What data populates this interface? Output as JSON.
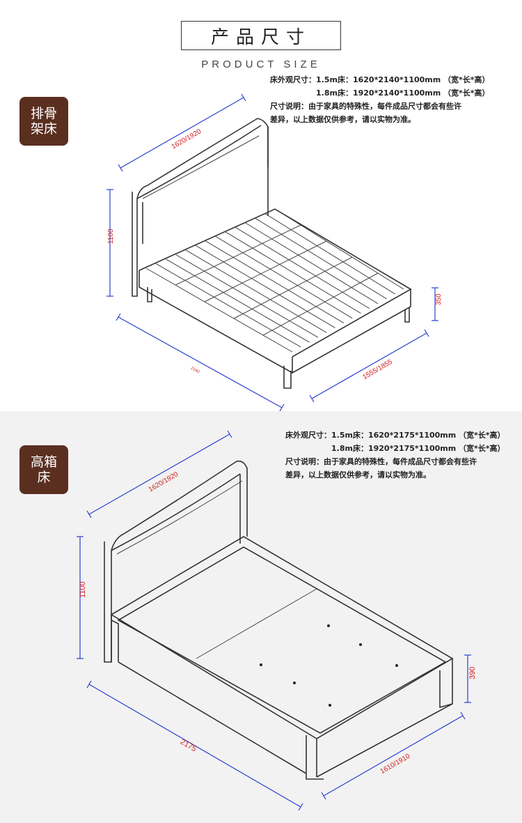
{
  "header": {
    "title": "产品尺寸",
    "subtitle": "PRODUCT SIZE"
  },
  "sections": [
    {
      "badge_line1": "排骨",
      "badge_line2": "架床",
      "spec_line1": "床外观尺寸：1.5m床：1620*2140*1100mm （宽*长*高）",
      "spec_line2": "1.8m床：1920*2140*1100mm （宽*长*高）",
      "spec_line3": "尺寸说明：由于家具的特殊性，每件成品尺寸都会有些许",
      "spec_line4": "差异，以上数据仅供参考，请以实物为准。",
      "dims": {
        "width": "1620/1920",
        "height": "1100",
        "length": "2140",
        "depth": "1555/1855",
        "frame_h": "350"
      }
    },
    {
      "badge_line1": "高箱",
      "badge_line2": "床",
      "spec_line1": "床外观尺寸：1.5m床：1620*2175*1100mm （宽*长*高）",
      "spec_line2": "1.8m床：1920*2175*1100mm （宽*长*高）",
      "spec_line3": "尺寸说明：由于家具的特殊性，每件成品尺寸都会有些许",
      "spec_line4": "差异，以上数据仅供参考，请以实物为准。",
      "dims": {
        "width": "1620/1920",
        "height": "1100",
        "length": "2175",
        "depth": "1610/1910",
        "frame_h": "390"
      }
    }
  ],
  "colors": {
    "badge": "#5a2f20",
    "dimension_line": "#2a3fd0",
    "dimension_text": "#d32020",
    "section2_bg": "#f2f2f2"
  }
}
